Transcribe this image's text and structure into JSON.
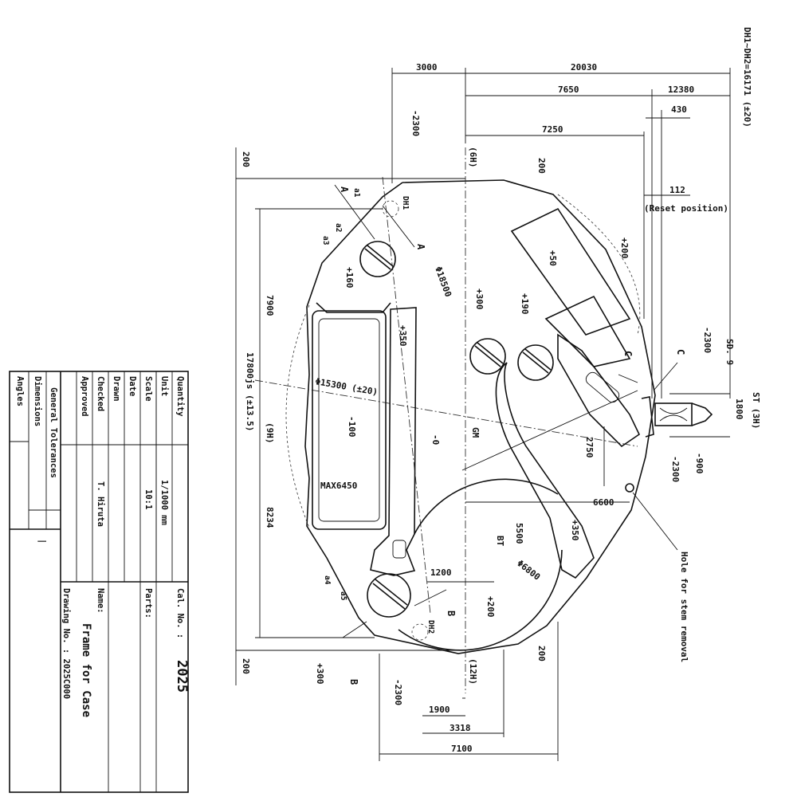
{
  "title_block": {
    "quantity_label": "Quantity",
    "unit_label": "Unit",
    "unit_value": "1/1000 mm",
    "scale_label": "Scale",
    "scale_value": "10:1",
    "date_label": "Date",
    "drawn_label": "Drawn",
    "checked_label": "Checked",
    "checked_value": "T. Hiruta",
    "approved_label": "Approved",
    "cal_no_label": "Cal. No. :",
    "cal_no_value": "2025",
    "parts_label": "Parts:",
    "name_label": "Name:",
    "name_value": "Frame for Case",
    "drawing_no_label": "Drawing No. : 2025C000",
    "general_tolerances_label": "General Tolerances",
    "dimensions_label": "Dimensions",
    "angles_label": "Angles",
    "tolerance_mark": "|"
  },
  "dimensions": {
    "d3000": "3000",
    "d20030": "20030",
    "d7650": "7650",
    "d12380": "12380",
    "d430": "430",
    "d7250": "7250",
    "d112": "112",
    "reset": "(Reset position)",
    "dh": "DH1~DH2=16171 (±20)",
    "m2300_top": "-2300",
    "d200_left_top": "200",
    "d200_left_bot": "200",
    "d200_top": "200",
    "d200_bot": "200",
    "d7900": "7900",
    "d17800": "17800js (±13.5)",
    "d8234": "8234",
    "nine_h": "(9H)",
    "six_h": "(6H)",
    "twelve_h": "(12H)",
    "gm": "GM",
    "zero": "-0",
    "m100": "-100",
    "max6450": "MAX6450",
    "p350_left": "+350",
    "p160": "+160",
    "p300_top": "+300",
    "p190": "+190",
    "p50": "+50",
    "p200_right": "+200",
    "m2300_right": "-2300",
    "sd": "SD. 9",
    "st": "ST (3H)",
    "d1800": "1800",
    "d2750": "2750",
    "m900": "-900",
    "m2300_mid": "-2300",
    "d6600": "6600",
    "hole": "Hole for stem removal",
    "d5500": "5500",
    "p350_bot": "+350",
    "bt": "BT",
    "d1200": "1200",
    "p200_bot": "+200",
    "phi18500": "Φ18500",
    "phi15300": "Φ15300 (±20)",
    "phi6800": "Φ6800",
    "m2300_bot": "-2300",
    "p300_bot": "+300",
    "d1900": "1900",
    "d3318": "3318",
    "d7100": "7100",
    "dh1": "DH1",
    "dh2": "DH2",
    "A": "A",
    "B": "B",
    "C": "C",
    "a1": "a1",
    "a2": "a2",
    "a3": "a3",
    "a4": "a4",
    "a5": "a5"
  }
}
